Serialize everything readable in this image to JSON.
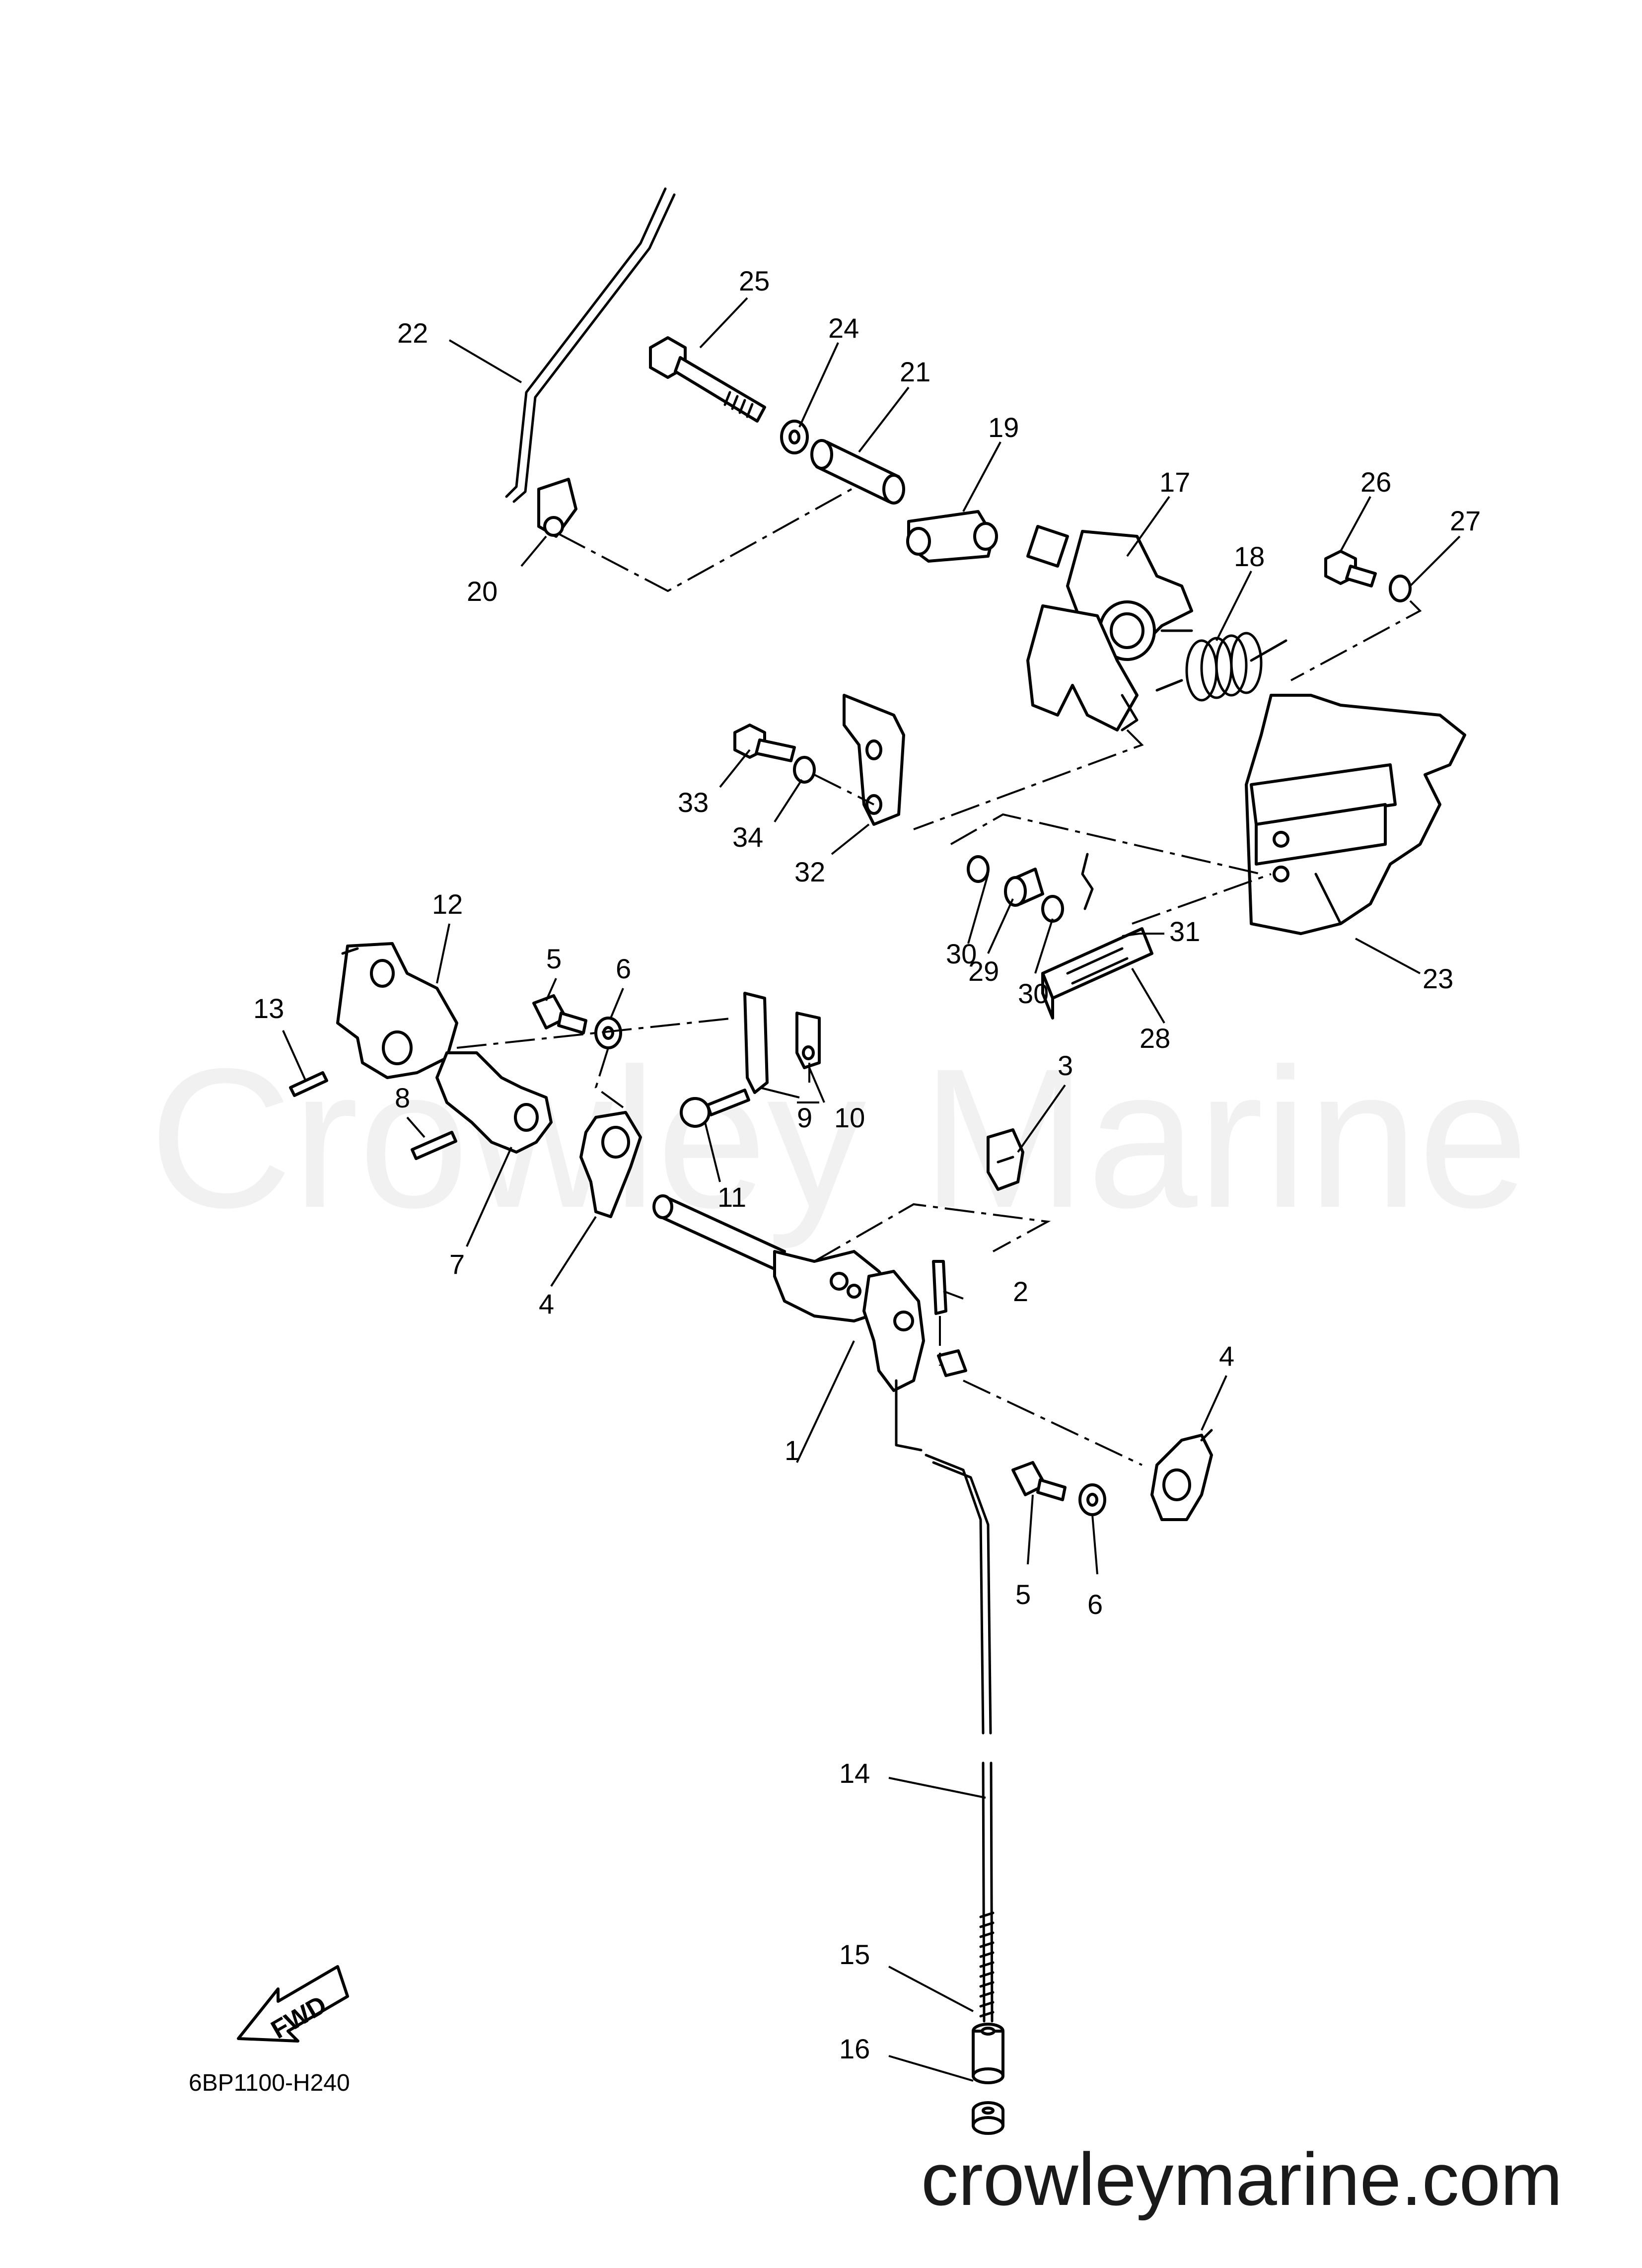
{
  "diagram_code": "6BP1100-H240",
  "watermark": "Crowley Marine",
  "footer_url": "crowleymarine.com",
  "fwd_label": "FWD",
  "callouts": {
    "c1": "1",
    "c2": "2",
    "c3": "3",
    "c4a": "4",
    "c4b": "4",
    "c5a": "5",
    "c5b": "5",
    "c6a": "6",
    "c6b": "6",
    "c7": "7",
    "c8": "8",
    "c9": "9",
    "c10": "10",
    "c11": "11",
    "c12": "12",
    "c13": "13",
    "c14": "14",
    "c15": "15",
    "c16": "16",
    "c17": "17",
    "c18": "18",
    "c19": "19",
    "c20": "20",
    "c21": "21",
    "c22": "22",
    "c23": "23",
    "c24": "24",
    "c25": "25",
    "c26": "26",
    "c27": "27",
    "c28": "28",
    "c29": "29",
    "c30a": "30",
    "c30b": "30",
    "c31": "31",
    "c32": "32",
    "c33": "33",
    "c34": "34"
  }
}
